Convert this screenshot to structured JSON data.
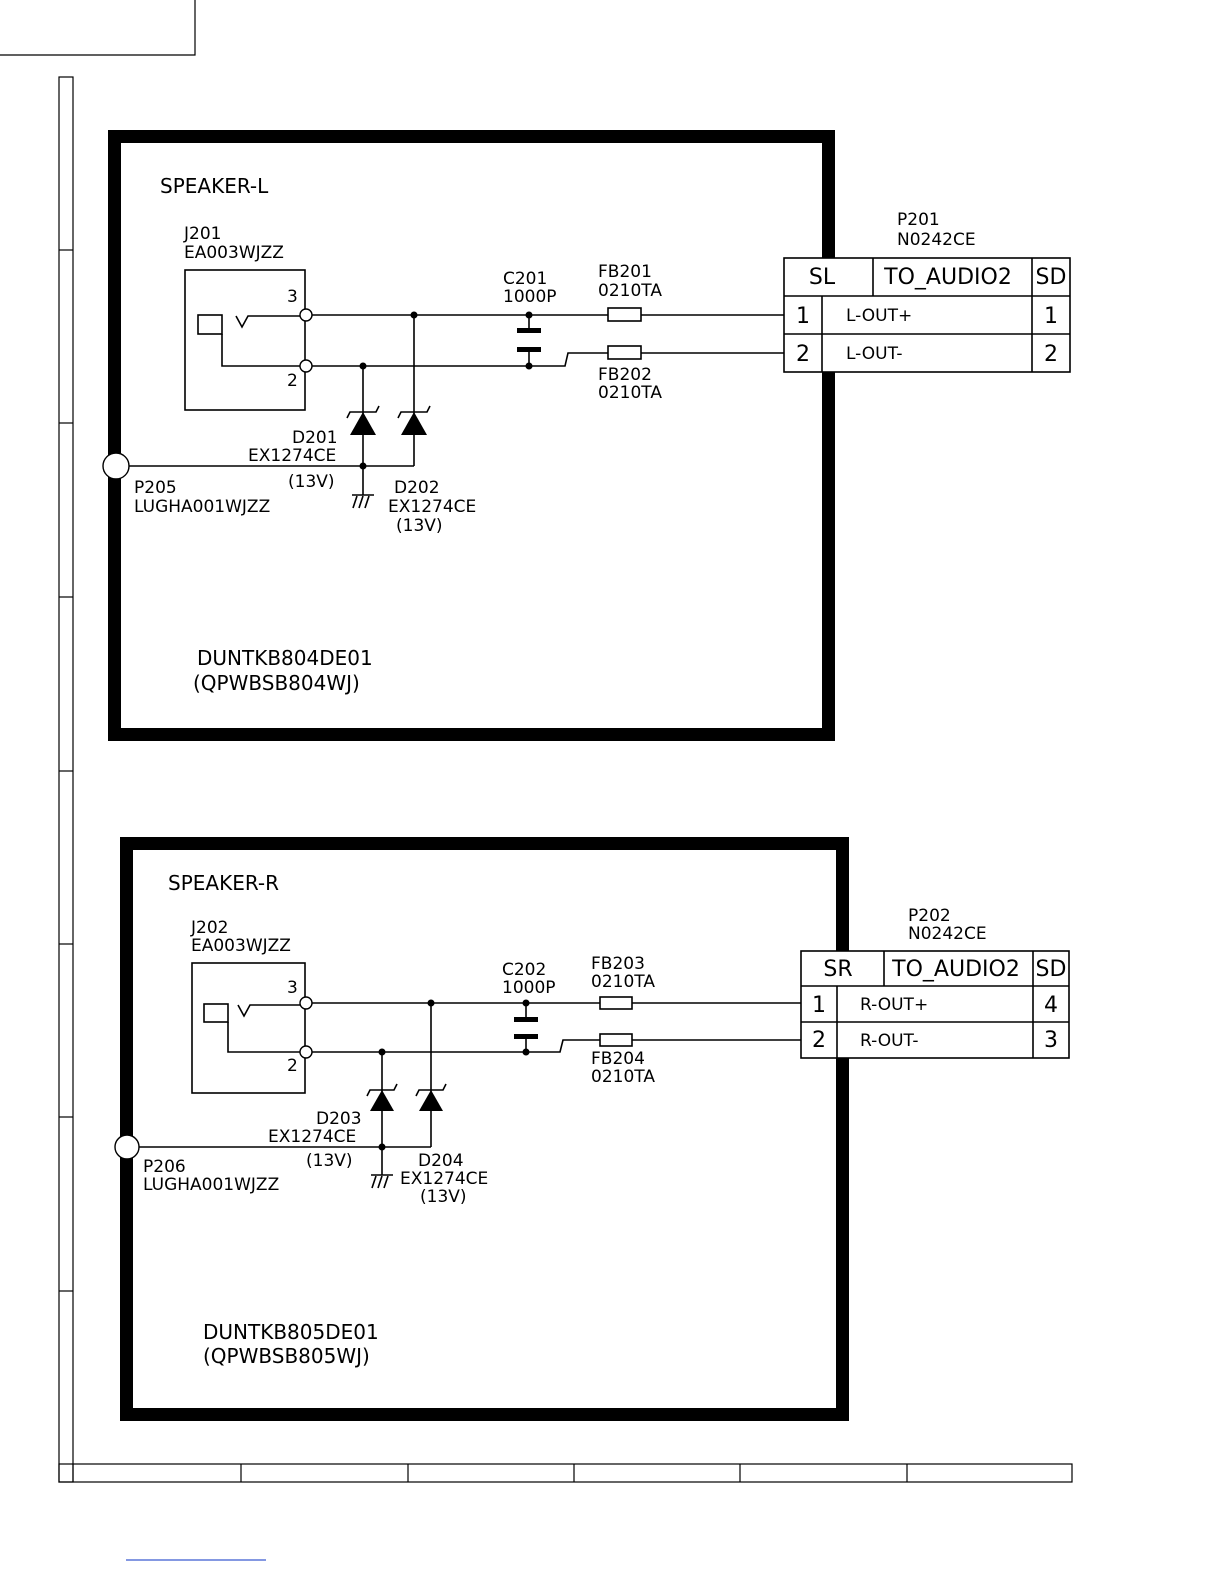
{
  "left_board": {
    "title": "SPEAKER-L",
    "jack_ref": "J201",
    "jack_part": "EA003WJZZ",
    "pin3": "3",
    "pin2": "2",
    "cap_ref": "C201",
    "cap_value": "1000P",
    "fb_top_ref": "FB201",
    "fb_top_part": "0210TA",
    "fb_bot_ref": "FB202",
    "fb_bot_part": "0210TA",
    "diode1_ref": "D201",
    "diode1_part": "EX1274CE",
    "diode1_volt": "(13V)",
    "diode2_ref": "D202",
    "diode2_part": "EX1274CE",
    "diode2_volt": "(13V)",
    "lug_ref": "P205",
    "lug_part": "LUGHA001WJZZ",
    "unit_code": "DUNTKB804DE01",
    "unit_pwb": "(QPWBSB804WJ)",
    "connector": {
      "ref": "P201",
      "part": "N0242CE",
      "hdr_left": "SL",
      "hdr_mid": "TO_AUDIO2",
      "hdr_right": "SD",
      "rows": [
        {
          "pin": "1",
          "signal": "L-OUT+",
          "dest": "1"
        },
        {
          "pin": "2",
          "signal": "L-OUT-",
          "dest": "2"
        }
      ]
    }
  },
  "right_board": {
    "title": "SPEAKER-R",
    "jack_ref": "J202",
    "jack_part": "EA003WJZZ",
    "pin3": "3",
    "pin2": "2",
    "cap_ref": "C202",
    "cap_value": "1000P",
    "fb_top_ref": "FB203",
    "fb_top_part": "0210TA",
    "fb_bot_ref": "FB204",
    "fb_bot_part": "0210TA",
    "diode1_ref": "D203",
    "diode1_part": "EX1274CE",
    "diode1_volt": "(13V)",
    "diode2_ref": "D204",
    "diode2_part": "EX1274CE",
    "diode2_volt": "(13V)",
    "lug_ref": "P206",
    "lug_part": "LUGHA001WJZZ",
    "unit_code": "DUNTKB805DE01",
    "unit_pwb": "(QPWBSB805WJ)",
    "connector": {
      "ref": "P202",
      "part": "N0242CE",
      "hdr_left": "SR",
      "hdr_mid": "TO_AUDIO2",
      "hdr_right": "SD",
      "rows": [
        {
          "pin": "1",
          "signal": "R-OUT+",
          "dest": "4"
        },
        {
          "pin": "2",
          "signal": "R-OUT-",
          "dest": "3"
        }
      ]
    }
  }
}
